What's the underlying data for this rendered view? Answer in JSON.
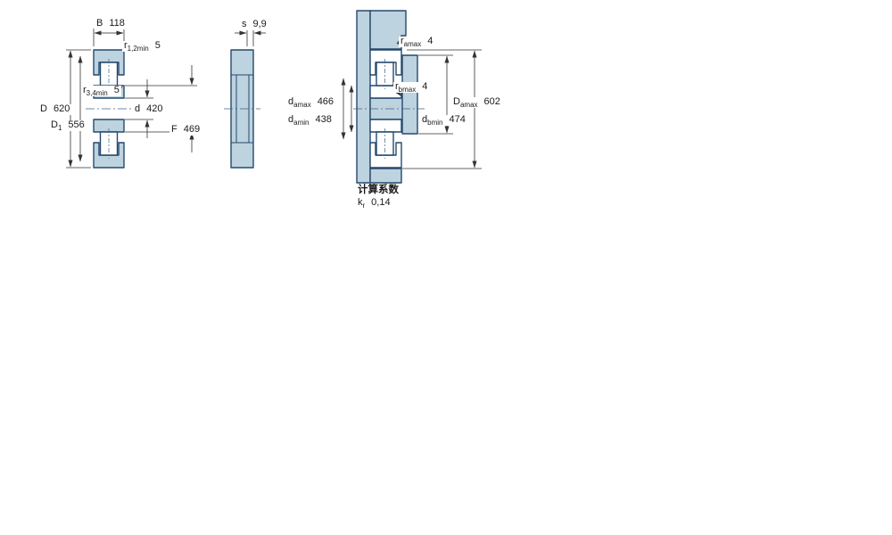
{
  "drawing": {
    "calc": {
      "title": "计算系数"
    },
    "labels": {
      "B": {
        "sym": "B",
        "value": "118"
      },
      "r12": {
        "sym": "r",
        "sub": "1,2min",
        "value": "5"
      },
      "r34": {
        "sym": "r",
        "sub": "3,4min",
        "value": "5"
      },
      "D": {
        "sym": "D",
        "value": "620"
      },
      "D1": {
        "sym": "D",
        "sub": "1",
        "value": "556"
      },
      "d": {
        "sym": "d",
        "value": "420"
      },
      "F": {
        "sym": "F",
        "value": "469"
      },
      "s": {
        "sym": "s",
        "value": "9,9"
      },
      "ra": {
        "sym": "r",
        "sub": "amax",
        "value": "4"
      },
      "rb": {
        "sym": "r",
        "sub": "bmax",
        "value": "4"
      },
      "damax": {
        "sym": "d",
        "sub": "amax",
        "value": "466"
      },
      "damin": {
        "sym": "d",
        "sub": "amin",
        "value": "438"
      },
      "Damax": {
        "sym": "D",
        "sub": "amax",
        "value": "602"
      },
      "dbmin": {
        "sym": "d",
        "sub": "bmin",
        "value": "474"
      },
      "kr": {
        "sym": "k",
        "sub": "r",
        "value": "0,14"
      }
    },
    "colors": {
      "part_fill": "#bdd3df",
      "part_stroke": "#25496e",
      "dim_line": "#333333",
      "background": "#ffffff"
    }
  }
}
